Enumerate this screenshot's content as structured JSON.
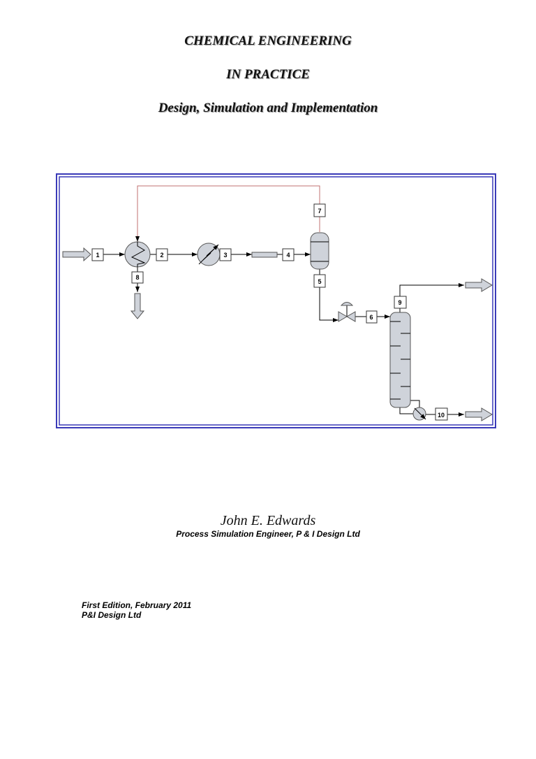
{
  "title": {
    "line1": "CHEMICAL ENGINEERING",
    "line2": "IN  PRACTICE",
    "line3": "Design, Simulation and Implementation"
  },
  "diagram": {
    "streams": [
      "1",
      "2",
      "3",
      "4",
      "5",
      "6",
      "7",
      "8",
      "9",
      "10"
    ],
    "colors": {
      "border": "#3a3ab8",
      "recycle": "#c07070",
      "equipment": "#cfd3da"
    }
  },
  "author": {
    "name": "John E. Edwards",
    "role": "Process Simulation Engineer, P & I Design Ltd"
  },
  "edition": {
    "line1": "First Edition, February 2011",
    "line2": "P&I Design Ltd"
  }
}
